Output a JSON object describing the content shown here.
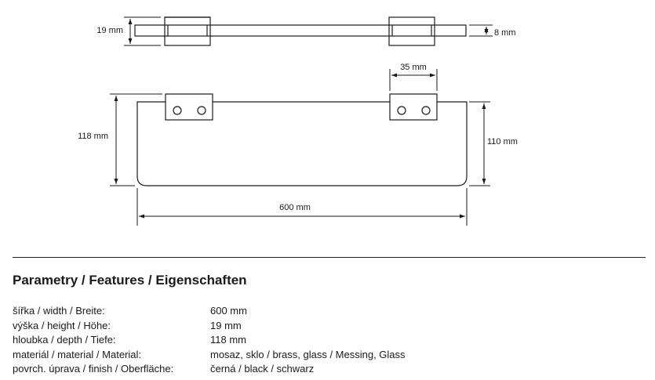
{
  "dimensions": {
    "top_thickness": "19 mm",
    "glass_thickness": "8 mm",
    "bracket_width": "35 mm",
    "outer_height": "118 mm",
    "inner_height": "110 mm",
    "total_width": "600 mm"
  },
  "features": {
    "title": "Parametry / Features / Eigenschaften",
    "rows": [
      {
        "label": "šířka / width / Breite:",
        "value": "600 mm"
      },
      {
        "label": "výška / height / Höhe:",
        "value": "19 mm"
      },
      {
        "label": "hloubka / depth / Tiefe:",
        "value": "118 mm"
      },
      {
        "label": "materiál / material / Material:",
        "value": "mosaz, sklo / brass, glass / Messing, Glass"
      },
      {
        "label": "povrch. úprava / finish / Oberfläche:",
        "value": "černá / black / schwarz"
      }
    ]
  }
}
